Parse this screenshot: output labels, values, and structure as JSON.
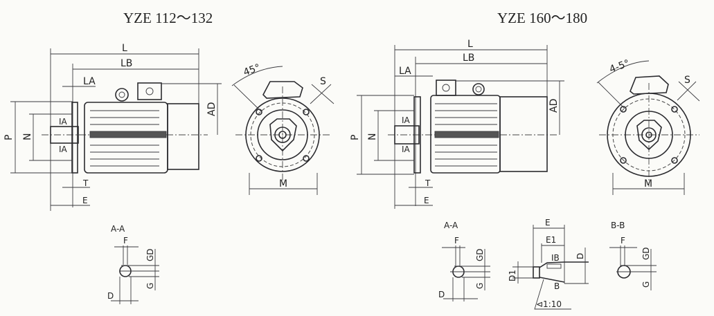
{
  "titles": {
    "left": "YZE 112～132",
    "right": "YZE 160～180"
  },
  "labels": {
    "L": "L",
    "LB": "LB",
    "LA": "LA",
    "AD": "AD",
    "P": "P",
    "N": "N",
    "IA": "IA",
    "T": "T",
    "E": "E",
    "M": "M",
    "S": "S",
    "angle": "45°",
    "angle_right": "4-5°"
  },
  "sections": {
    "aa": "A-A",
    "bb": "B-B",
    "F": "F",
    "GD": "GD",
    "G": "G",
    "D": "D",
    "E": "E",
    "E1": "E1",
    "IB": "IB",
    "A": "D",
    "D1": "D1",
    "B": "B",
    "taper": "⊲1:10"
  }
}
